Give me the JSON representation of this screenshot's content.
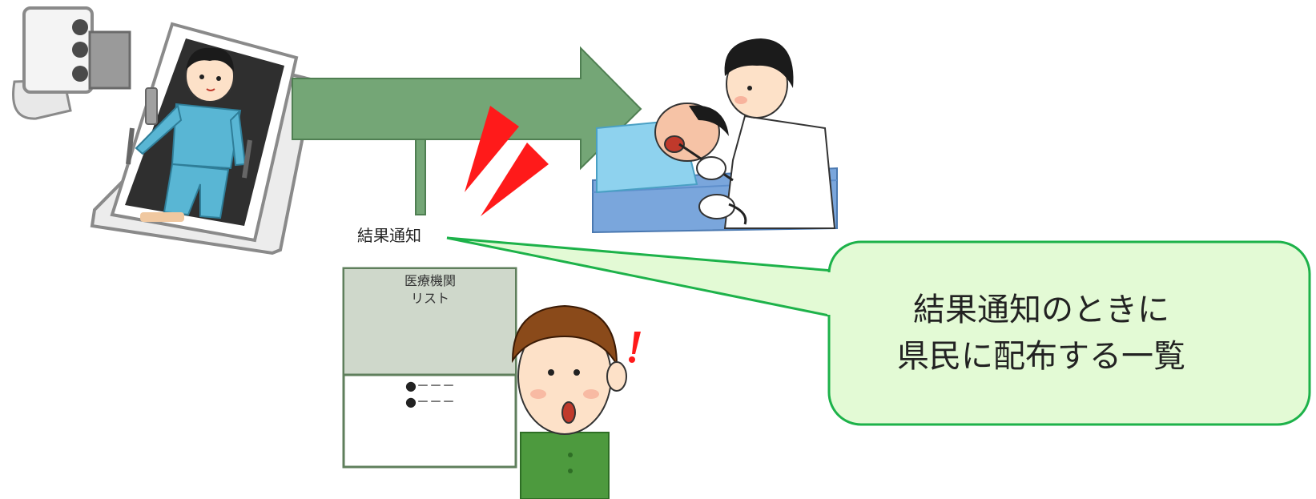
{
  "diagram": {
    "result_label": "結果通知",
    "card": {
      "title_line1": "医療機関",
      "title_line2": "リスト",
      "bullet1": "●－－－",
      "bullet2": "●－－－"
    },
    "callout": {
      "line1": "結果通知のときに",
      "line2": "県民に配布する一覧"
    }
  },
  "colors": {
    "arrow": "#74a676",
    "callout_fill": "#e3fad5",
    "callout_border": "#1db24a",
    "card_header": "#cfd8cb",
    "alert_red": "#ff1a1a"
  },
  "icons": [
    "xray-machine-icon",
    "doctor-patient-icon",
    "surprised-person-icon",
    "lightning-icon"
  ]
}
